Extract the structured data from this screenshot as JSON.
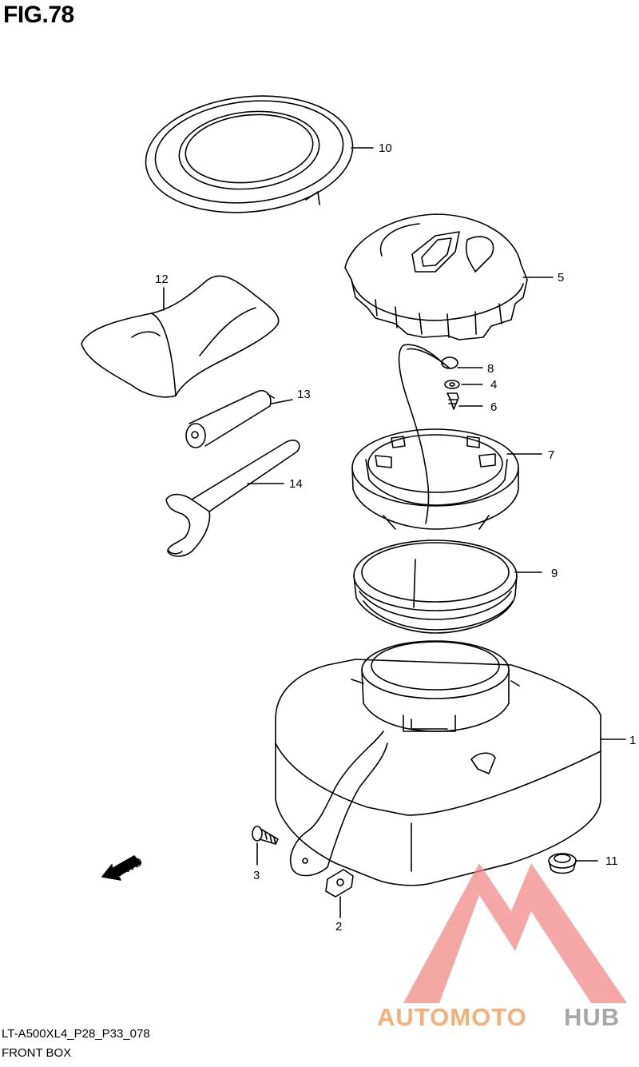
{
  "figure": {
    "title": "FIG.78"
  },
  "callouts": {
    "p1": "1",
    "p2": "2",
    "p3": "3",
    "p4": "4",
    "p5": "5",
    "p6": "6",
    "p7": "7",
    "p8": "8",
    "p9": "9",
    "p10": "10",
    "p11": "11",
    "p12": "12",
    "p13": "13",
    "p14": "14"
  },
  "direction_marker": "FWD",
  "footer": {
    "code": "LT-A500XL4_P28_P33_078",
    "name": "FRONT BOX"
  },
  "watermark": {
    "part1": "AUTOMOTO",
    "part2": "HUB",
    "color_main": "#f5b07a",
    "color_accent": "#c0c0c0",
    "logo_color": "#f08a85"
  }
}
